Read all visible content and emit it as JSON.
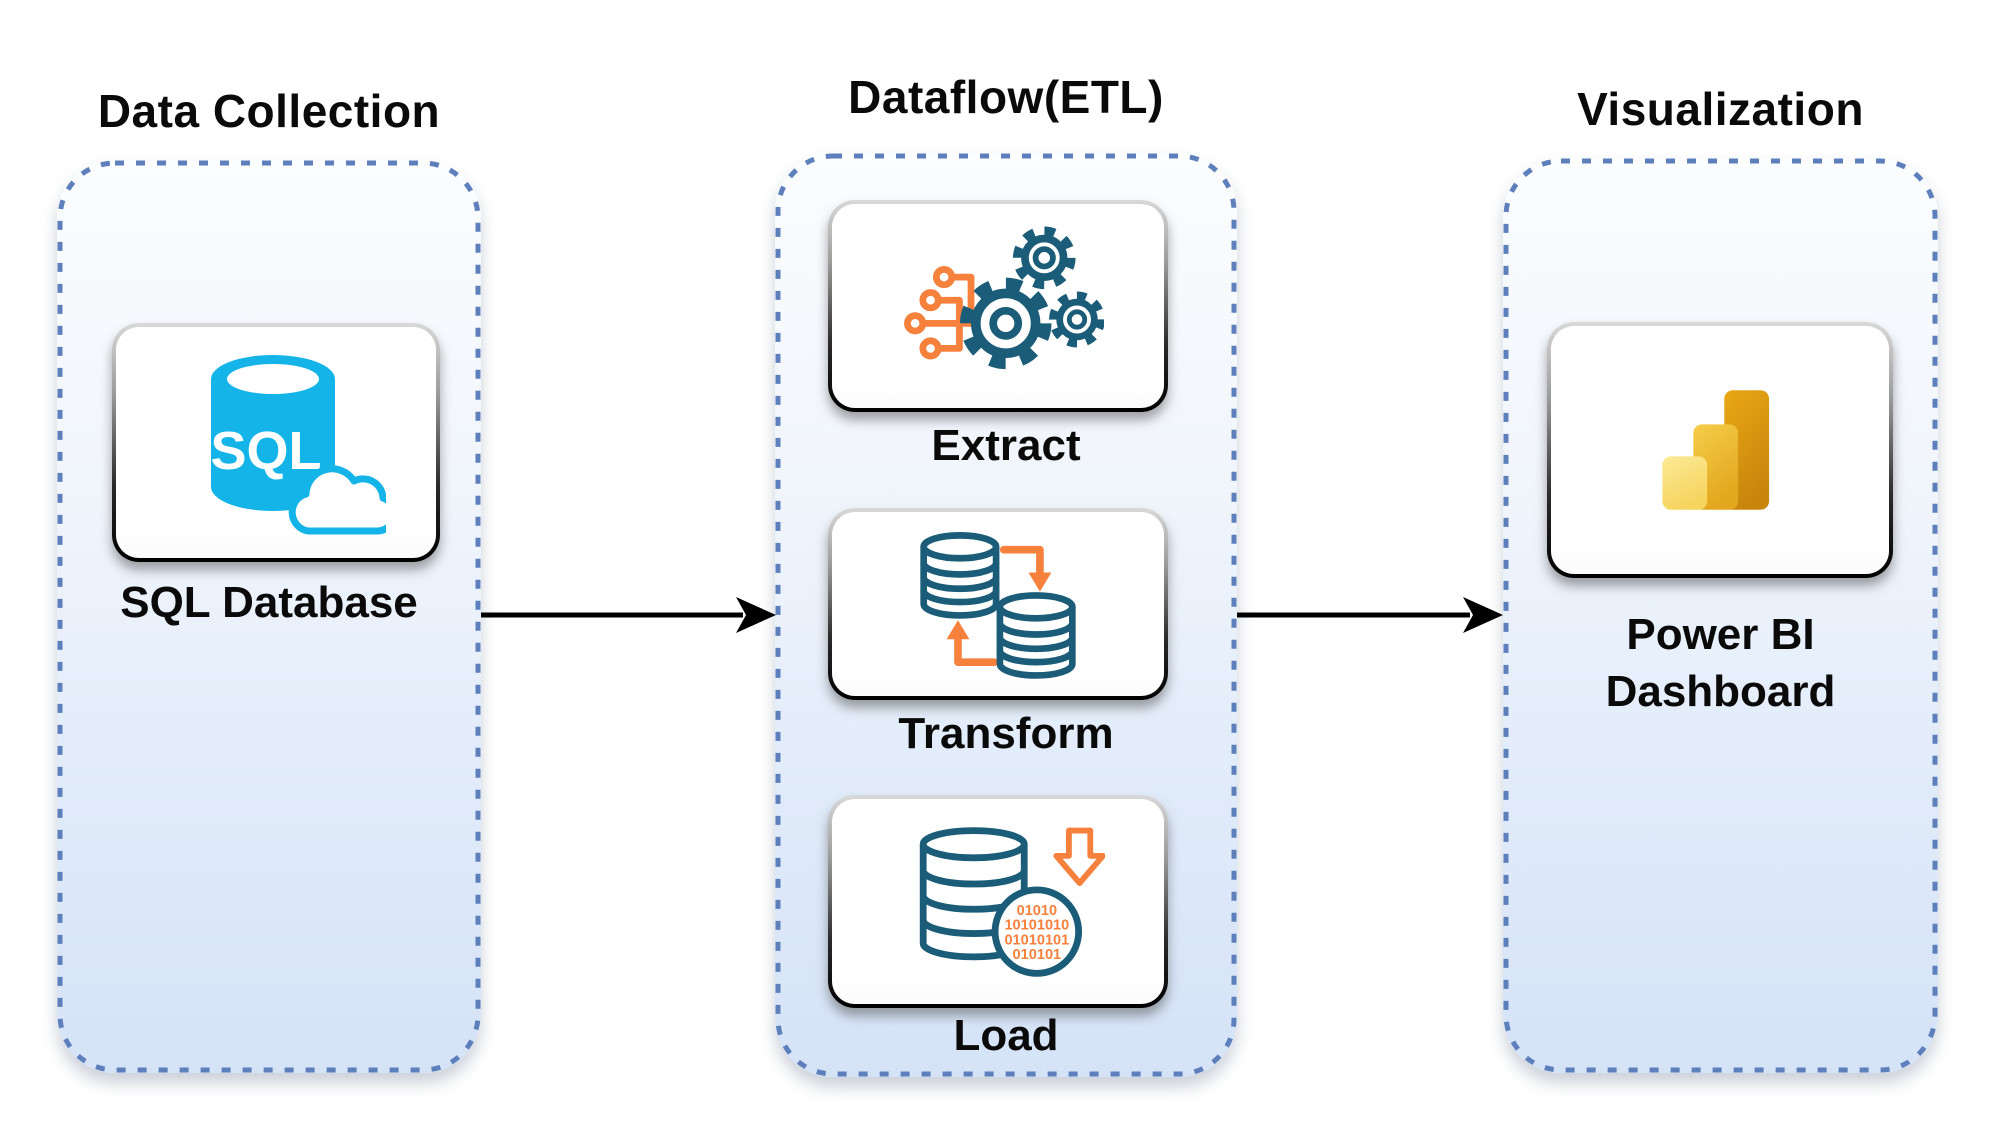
{
  "diagram": {
    "columns": [
      {
        "title": "Data Collection",
        "cards": [
          {
            "label": "SQL Database",
            "icon": "sql-database-icon"
          }
        ]
      },
      {
        "title": "Dataflow(ETL)",
        "cards": [
          {
            "label": "Extract",
            "icon": "gears-circuit-icon"
          },
          {
            "label": "Transform",
            "icon": "database-sync-icon"
          },
          {
            "label": "Load",
            "icon": "database-download-icon"
          }
        ]
      },
      {
        "title": "Visualization",
        "cards": [
          {
            "label": "Power BI Dashboard",
            "icon": "powerbi-icon"
          }
        ]
      }
    ],
    "icon_text": {
      "sql": "SQL",
      "load_binary_rows": [
        "01010",
        "10101010",
        "01010101",
        "010101"
      ]
    },
    "colors": {
      "panel_fill_top": "#fbfdfe",
      "panel_fill_bottom": "#d5e3f7",
      "panel_dot_border": "#5d7fbc",
      "card_border": "#000000",
      "teal": "#1b5d78",
      "orange": "#f5813d",
      "cyan": "#14b4e9",
      "powerbi_gold_dark": "#c9860d",
      "powerbi_gold": "#eebc1d",
      "powerbi_gold_light": "#f9df7b",
      "arrow": "#000000",
      "text": "#0a0a0a"
    }
  }
}
